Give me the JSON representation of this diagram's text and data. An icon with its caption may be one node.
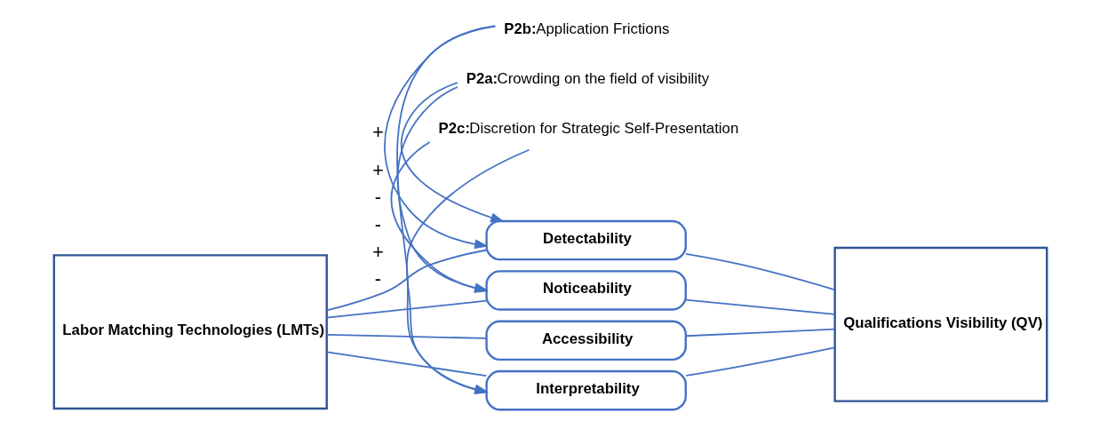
{
  "diagram": {
    "nodes": [
      {
        "text": [
          "Labor Matching Technologies (LMTs)"
        ]
      },
      {
        "text": [
          "Detectability"
        ]
      },
      {
        "text": [
          "P2a:",
          "Crowding on the field of visibility"
        ]
      },
      {
        "text": [
          "Noticeability"
        ]
      },
      {
        "text": [
          "P2b:",
          "Application Frictions"
        ]
      },
      {
        "text": [
          "Accessibility"
        ]
      },
      {
        "text": [
          "P2c:",
          "Discretion for Strategic Self-Presentation"
        ]
      },
      {
        "text": [
          "Interpretability"
        ]
      },
      {
        "text": [
          "Qualifications Visibility (QV)"
        ]
      }
    ],
    "edges": [
      {
        "from": 0,
        "to": 1,
        "arrow": "none"
      },
      {
        "from": 0,
        "to": 3,
        "arrow": "none"
      },
      {
        "from": 0,
        "to": 5,
        "arrow": "none"
      },
      {
        "from": 0,
        "to": 7,
        "arrow": "none"
      },
      {
        "from": 1,
        "to": 8,
        "arrow": "none"
      },
      {
        "from": 3,
        "to": 8,
        "arrow": "none"
      },
      {
        "from": 5,
        "to": 8,
        "arrow": "none"
      },
      {
        "from": 7,
        "to": 8,
        "arrow": "none"
      },
      {
        "from": 2,
        "to": 1,
        "arrow": "to",
        "label": "+"
      },
      {
        "from": 2,
        "to": 3,
        "arrow": "to",
        "label": "-"
      },
      {
        "from": 4,
        "to": 1,
        "arrow": "to",
        "label": "-"
      },
      {
        "from": 4,
        "to": 7,
        "arrow": "to",
        "label": "+"
      },
      {
        "from": 6,
        "to": 3,
        "arrow": "to",
        "label": "+"
      },
      {
        "from": 6,
        "to": 7,
        "arrow": "to",
        "label": "-"
      }
    ]
  }
}
